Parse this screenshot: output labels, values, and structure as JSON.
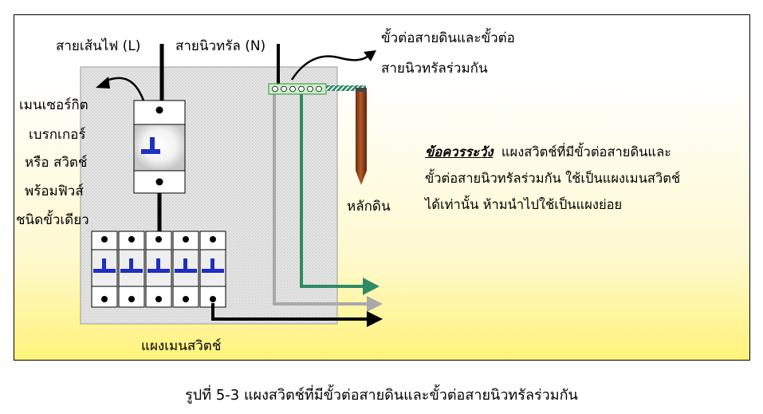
{
  "labels": {
    "live_wire": "สายเส้นไฟ (L)",
    "neutral_wire": "สายนิวทรัล (N)",
    "terminal_line1": "ขั้วต่อสายดินและขั้วต่อ",
    "terminal_line2": "สายนิวทรัลร่วมกัน",
    "main_breaker": [
      "เมนเซอร์กิต",
      "เบรกเกอร์",
      "หรือ สวิตช์",
      "พร้อมฟิวส์",
      "ชนิดขั้วเดียว"
    ],
    "ground_rod": "หลักดิน",
    "panel": "แผงเมนสวิตช์"
  },
  "note": {
    "heading": "ข้อควรระวัง",
    "text_1": "แผงสวิตช์ที่มีขั้วต่อสายดินและ",
    "line2": "ขั้วต่อสายนิวทรัลร่วมกัน ใช้เป็นแผงเมนสวิตช์",
    "line3": "ได้เท่านั้น ห้ามนำไปใช้เป็นแผงย่อย"
  },
  "caption": "รูปที่ 5-3 แผงสวิตช์ที่มีขั้วต่อสายดินและขั้วต่อสายนิวทรัลร่วมกัน",
  "colors": {
    "ground_wire": "#2e8b66",
    "neutral_wire_grey": "#a9a9a9",
    "breaker_lever": "#1f2fbf",
    "ground_rod": "#8b4513"
  }
}
